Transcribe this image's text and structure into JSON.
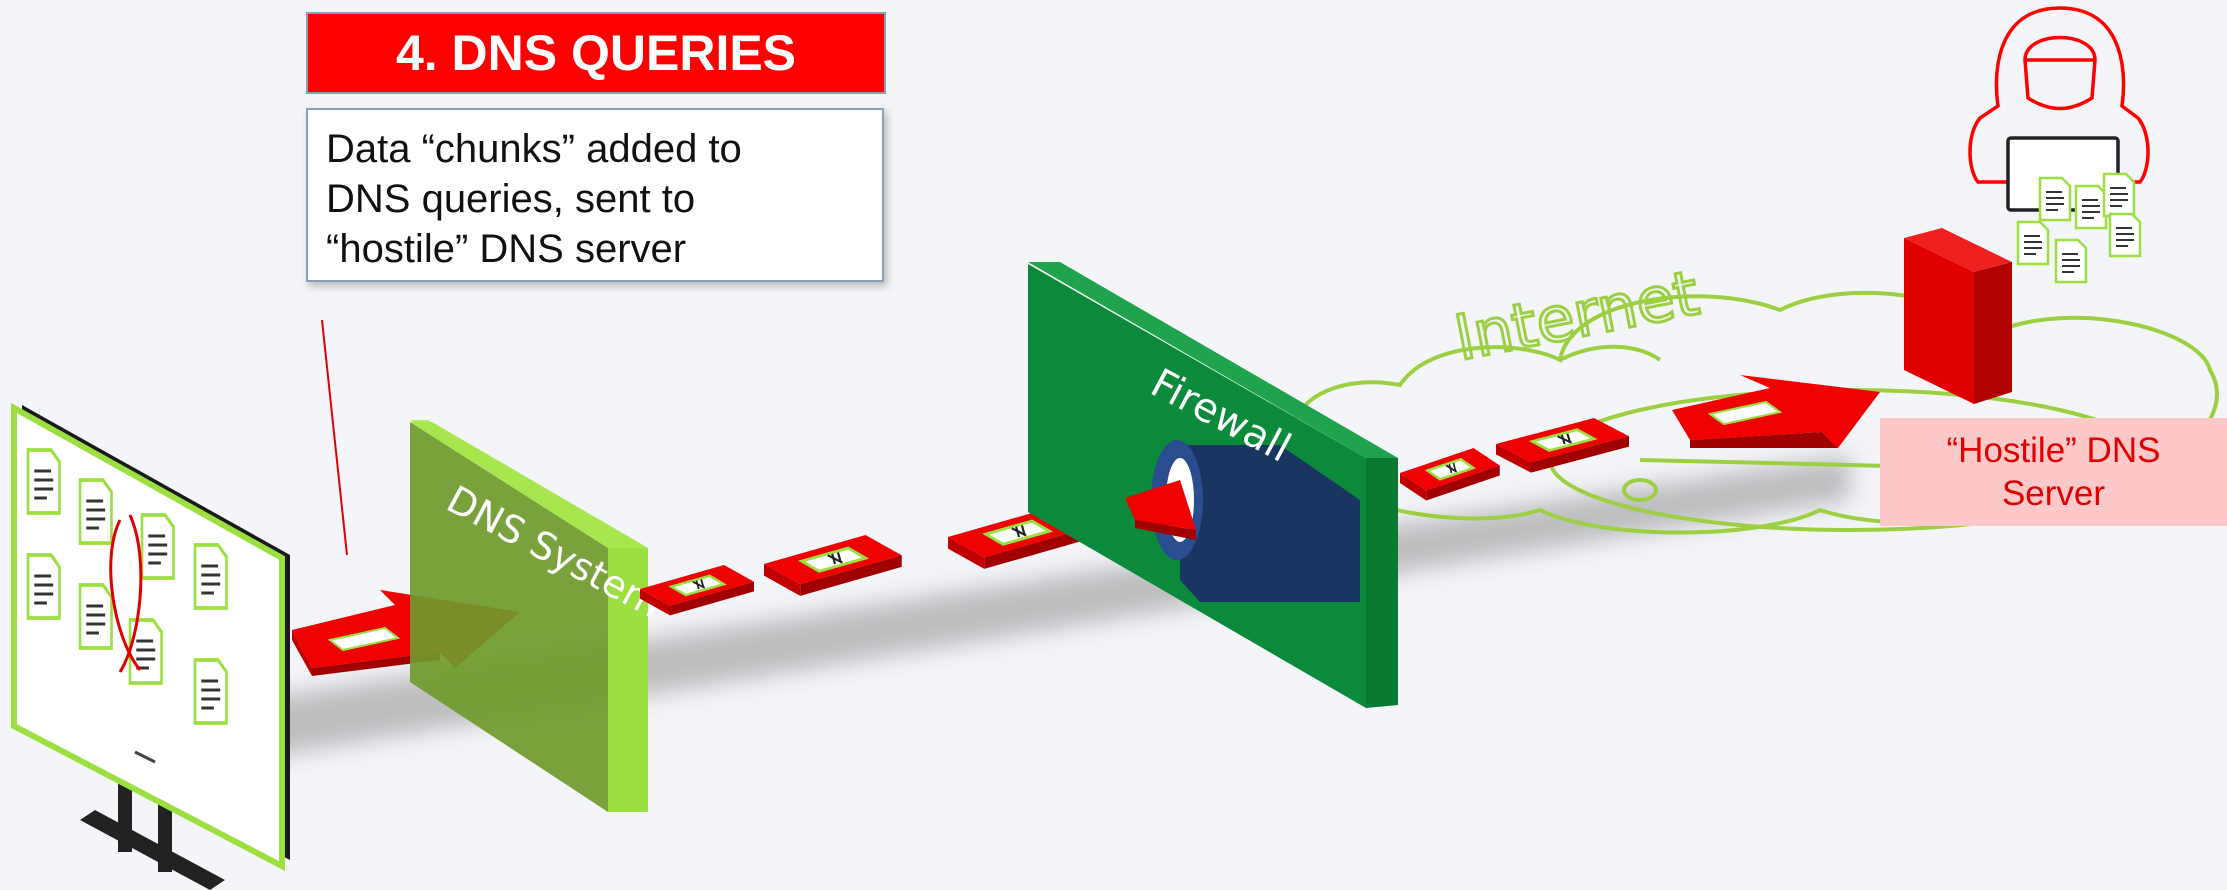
{
  "title": "4. DNS QUERIES",
  "description": {
    "line1": "Data “chunks” added to",
    "line2": "DNS queries, sent to",
    "line3": "“hostile” DNS server"
  },
  "labels": {
    "dns_system": "DNS System",
    "firewall": "Firewall",
    "internet": "Internet",
    "hostile_line1": "“Hostile” DNS",
    "hostile_line2": "Server"
  },
  "colors": {
    "accent_red": "#ff0000",
    "green_light": "#9be040",
    "green_dark": "#0a8a3a",
    "navy": "#1b3561",
    "hostile_bg": "#fcc8c8"
  },
  "icons": [
    "computer-monitor-icon",
    "document-icon",
    "dns-packet-icon",
    "hacker-icon",
    "dns-server-icon",
    "cloud-icon"
  ]
}
